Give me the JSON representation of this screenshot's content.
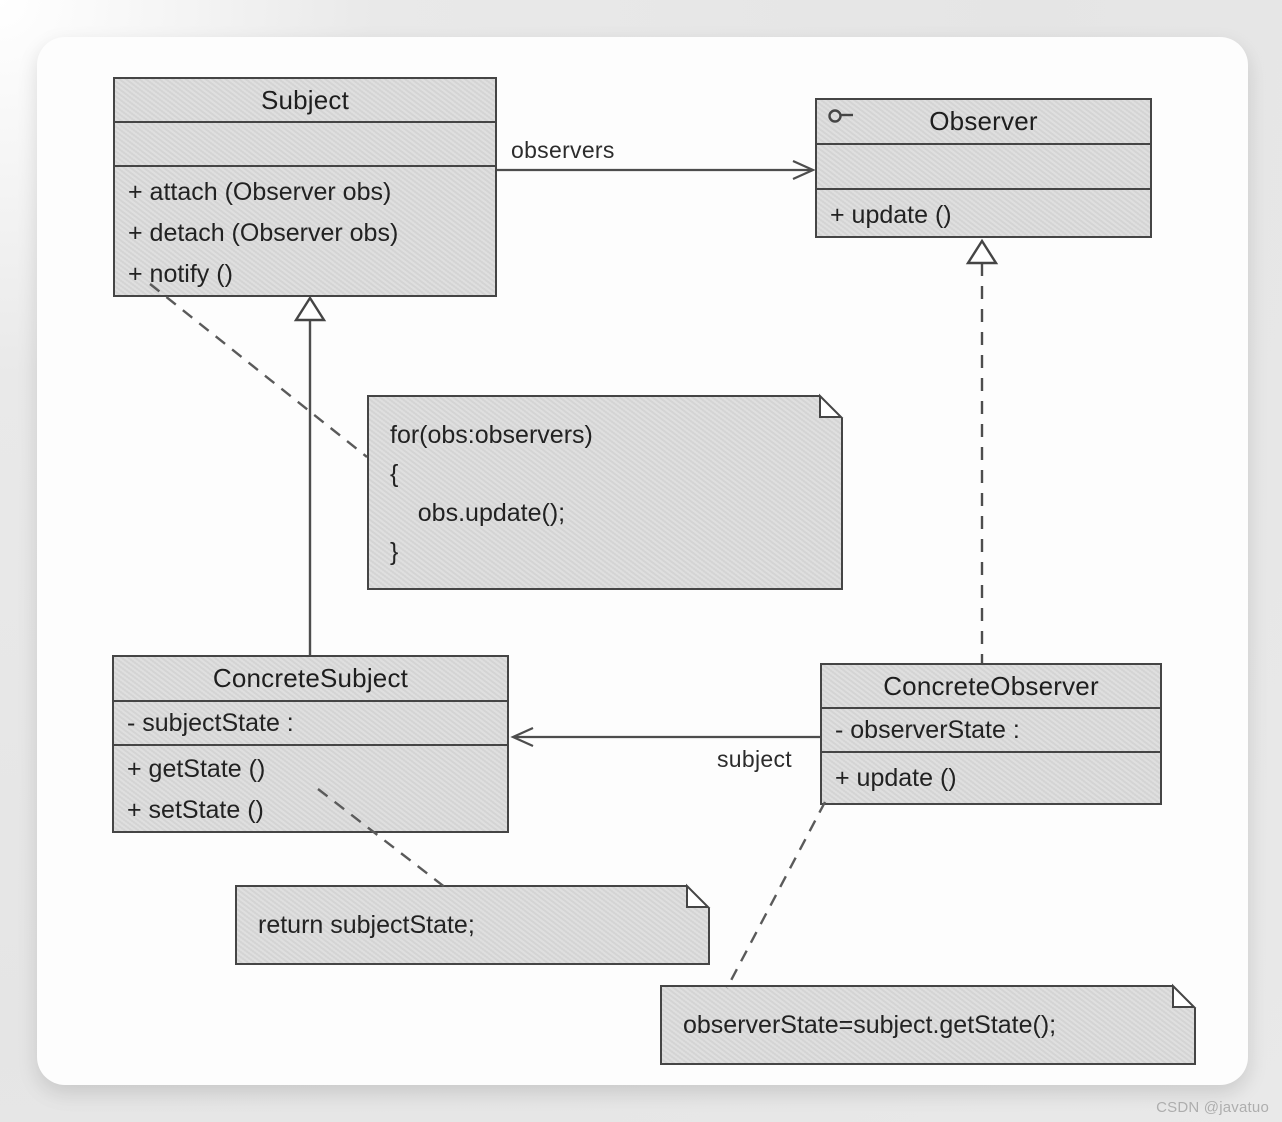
{
  "page": {
    "watermark": "CSDN @javatuo"
  },
  "colors": {
    "outer_background": "#e7e7e7",
    "card_background": "#fdfdfd",
    "box_fill": "#d8d8d8",
    "box_border": "#454545",
    "text": "#222222",
    "watermark": "#aeaeae"
  },
  "classes": {
    "subject": {
      "title": "Subject",
      "methods": [
        "+ attach (Observer obs)",
        "+ detach (Observer obs)",
        "+ notify ()"
      ]
    },
    "observer": {
      "title": "Observer",
      "icon": "key-icon",
      "methods": [
        "+ update ()"
      ]
    },
    "concrete_subject": {
      "title": "ConcreteSubject",
      "attributes": [
        "- subjectState :"
      ],
      "methods": [
        "+ getState ()",
        "+ setState ()"
      ]
    },
    "concrete_observer": {
      "title": "ConcreteObserver",
      "attributes": [
        "- observerState :"
      ],
      "methods": [
        "+ update ()"
      ]
    }
  },
  "notes": {
    "notify_impl": {
      "lines": [
        "for(obs:observers)",
        "{",
        "    obs.update();",
        "}"
      ]
    },
    "get_state_impl": {
      "lines": [
        "return subjectState;"
      ]
    },
    "update_impl": {
      "lines": [
        "observerState=subject.getState();"
      ]
    }
  },
  "edges": {
    "observers_label": "observers",
    "subject_label": "subject"
  }
}
